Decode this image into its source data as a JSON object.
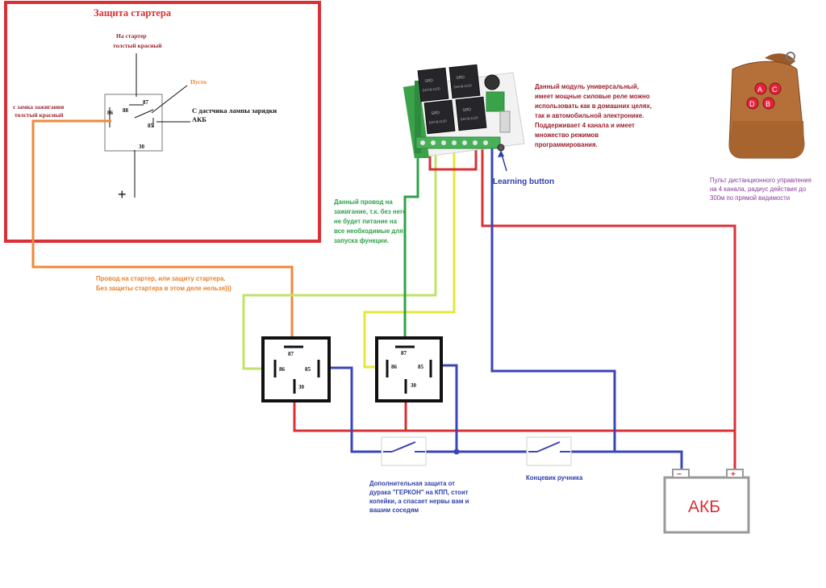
{
  "colors": {
    "red": "#d93035",
    "orange": "#f0883a",
    "yellow": "#e8e63a",
    "light_green": "#bfe36a",
    "green": "#2ea24a",
    "blue": "#3a46b8",
    "black": "#111111",
    "grey": "#8a8a8a",
    "purple": "#8a3ca0",
    "dark_red_text": "#9c1f2a",
    "orange_text": "#e9822b",
    "blue_text": "#2f3fae",
    "green_text": "#2ea24a"
  },
  "inset": {
    "title": "Защита стартера",
    "to_starter_line1": "На стартер",
    "to_starter_line2": "толстый красный",
    "empty_label": "Пусто",
    "from_ignition_line1": "с замка зажигания",
    "from_ignition_line2": "толстый красный",
    "sensor_line1": "С дастчика лампы зарядки",
    "sensor_line2": "АКБ",
    "pin_87": "87",
    "pin_88": "88",
    "pin_86": "86",
    "pin_85": "85",
    "pin_30": "30",
    "plus_sign": "+"
  },
  "module": {
    "relay_label": "SRD",
    "relay_sub": "DAY-B-112D",
    "description": "Данный модуль универсальный, имеет мощные силовые реле можно использовать как в домашних целях, так и автомобильной электронике. Поддерживает 4 канала и имеет множество режимов программирования.",
    "learning_button": "Learning button"
  },
  "remote": {
    "btn_a": "A",
    "btn_b": "B",
    "btn_c": "C",
    "btn_d": "D",
    "description": "Пульт дистанционного управления на 4 канала, радиус действия до 300м по прямой видимости"
  },
  "annotations": {
    "green_wire": "Данный провод на зажигание, т.к. без него не будет питание на все необходимые для запуска функции.",
    "orange_wire": "Провод на стартер, или защиту стартера. Без защиты стартера в этом деле нельзя)))",
    "reed_switch": "Дополнительная защита от дурака \"ГЕРКОН\" на КПП, стоит копейки, а спасает нервы вам и вашим соседям",
    "handbrake_switch": "Концевик ручника"
  },
  "relay1": {
    "pin_87": "87",
    "pin_86": "86",
    "pin_85": "85",
    "pin_30": "30"
  },
  "relay2": {
    "pin_87": "87",
    "pin_86": "86",
    "pin_85": "85",
    "pin_30": "30"
  },
  "battery": {
    "label": "АКБ",
    "minus": "−",
    "plus": "+"
  }
}
